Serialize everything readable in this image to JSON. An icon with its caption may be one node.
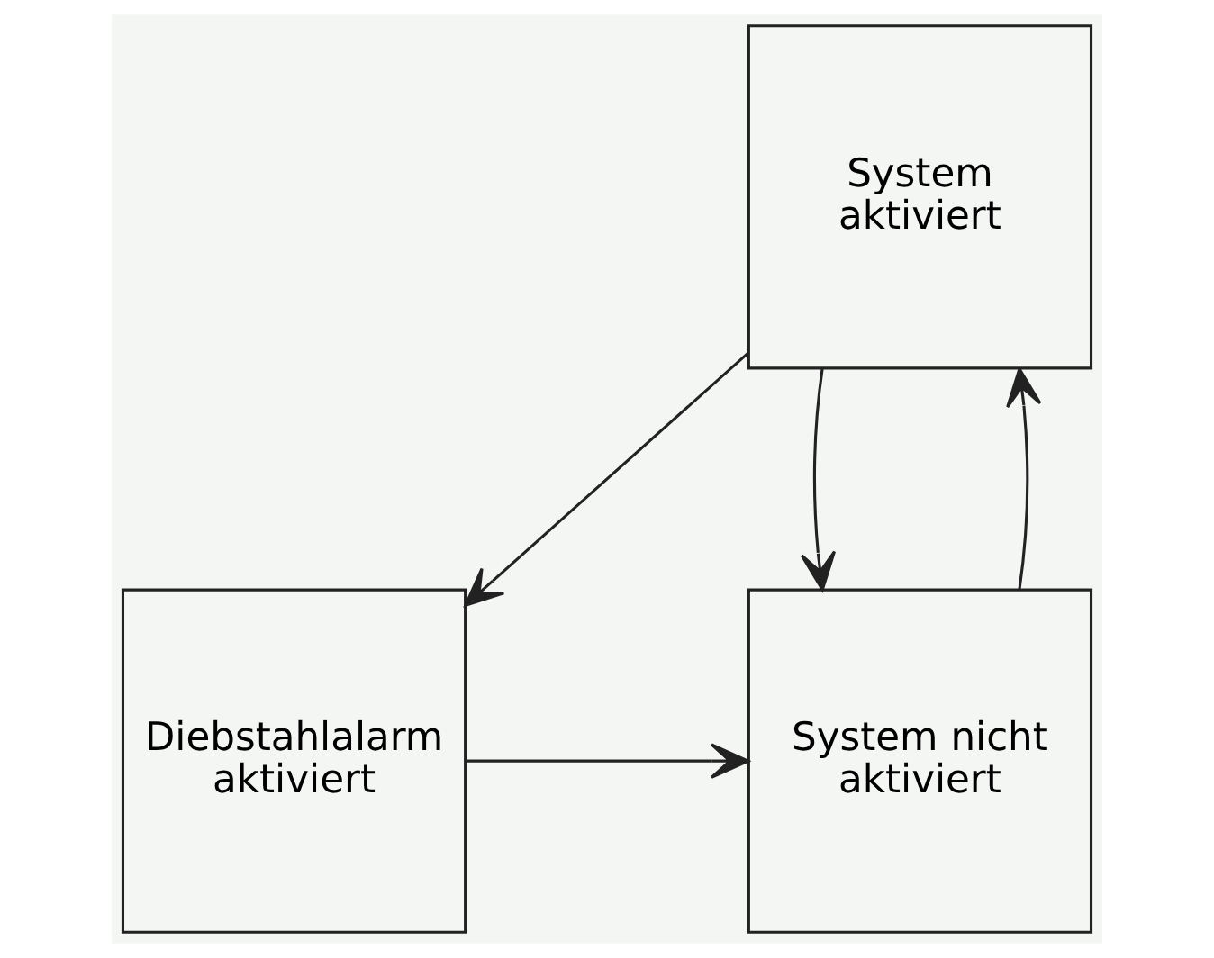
{
  "diagram": {
    "nodes": [
      {
        "text": [
          "System aktiviert"
        ]
      },
      {
        "text": [
          "System nicht aktiviert"
        ]
      },
      {
        "text": [
          "Diebstahlalarm aktiviert"
        ]
      }
    ],
    "edges": [
      {
        "from": 1,
        "to": 0,
        "arrow": "to"
      },
      {
        "from": 0,
        "to": 1,
        "arrow": "to"
      },
      {
        "from": 0,
        "to": 2,
        "arrow": "to"
      },
      {
        "from": 2,
        "to": 1,
        "arrow": "to"
      }
    ]
  }
}
